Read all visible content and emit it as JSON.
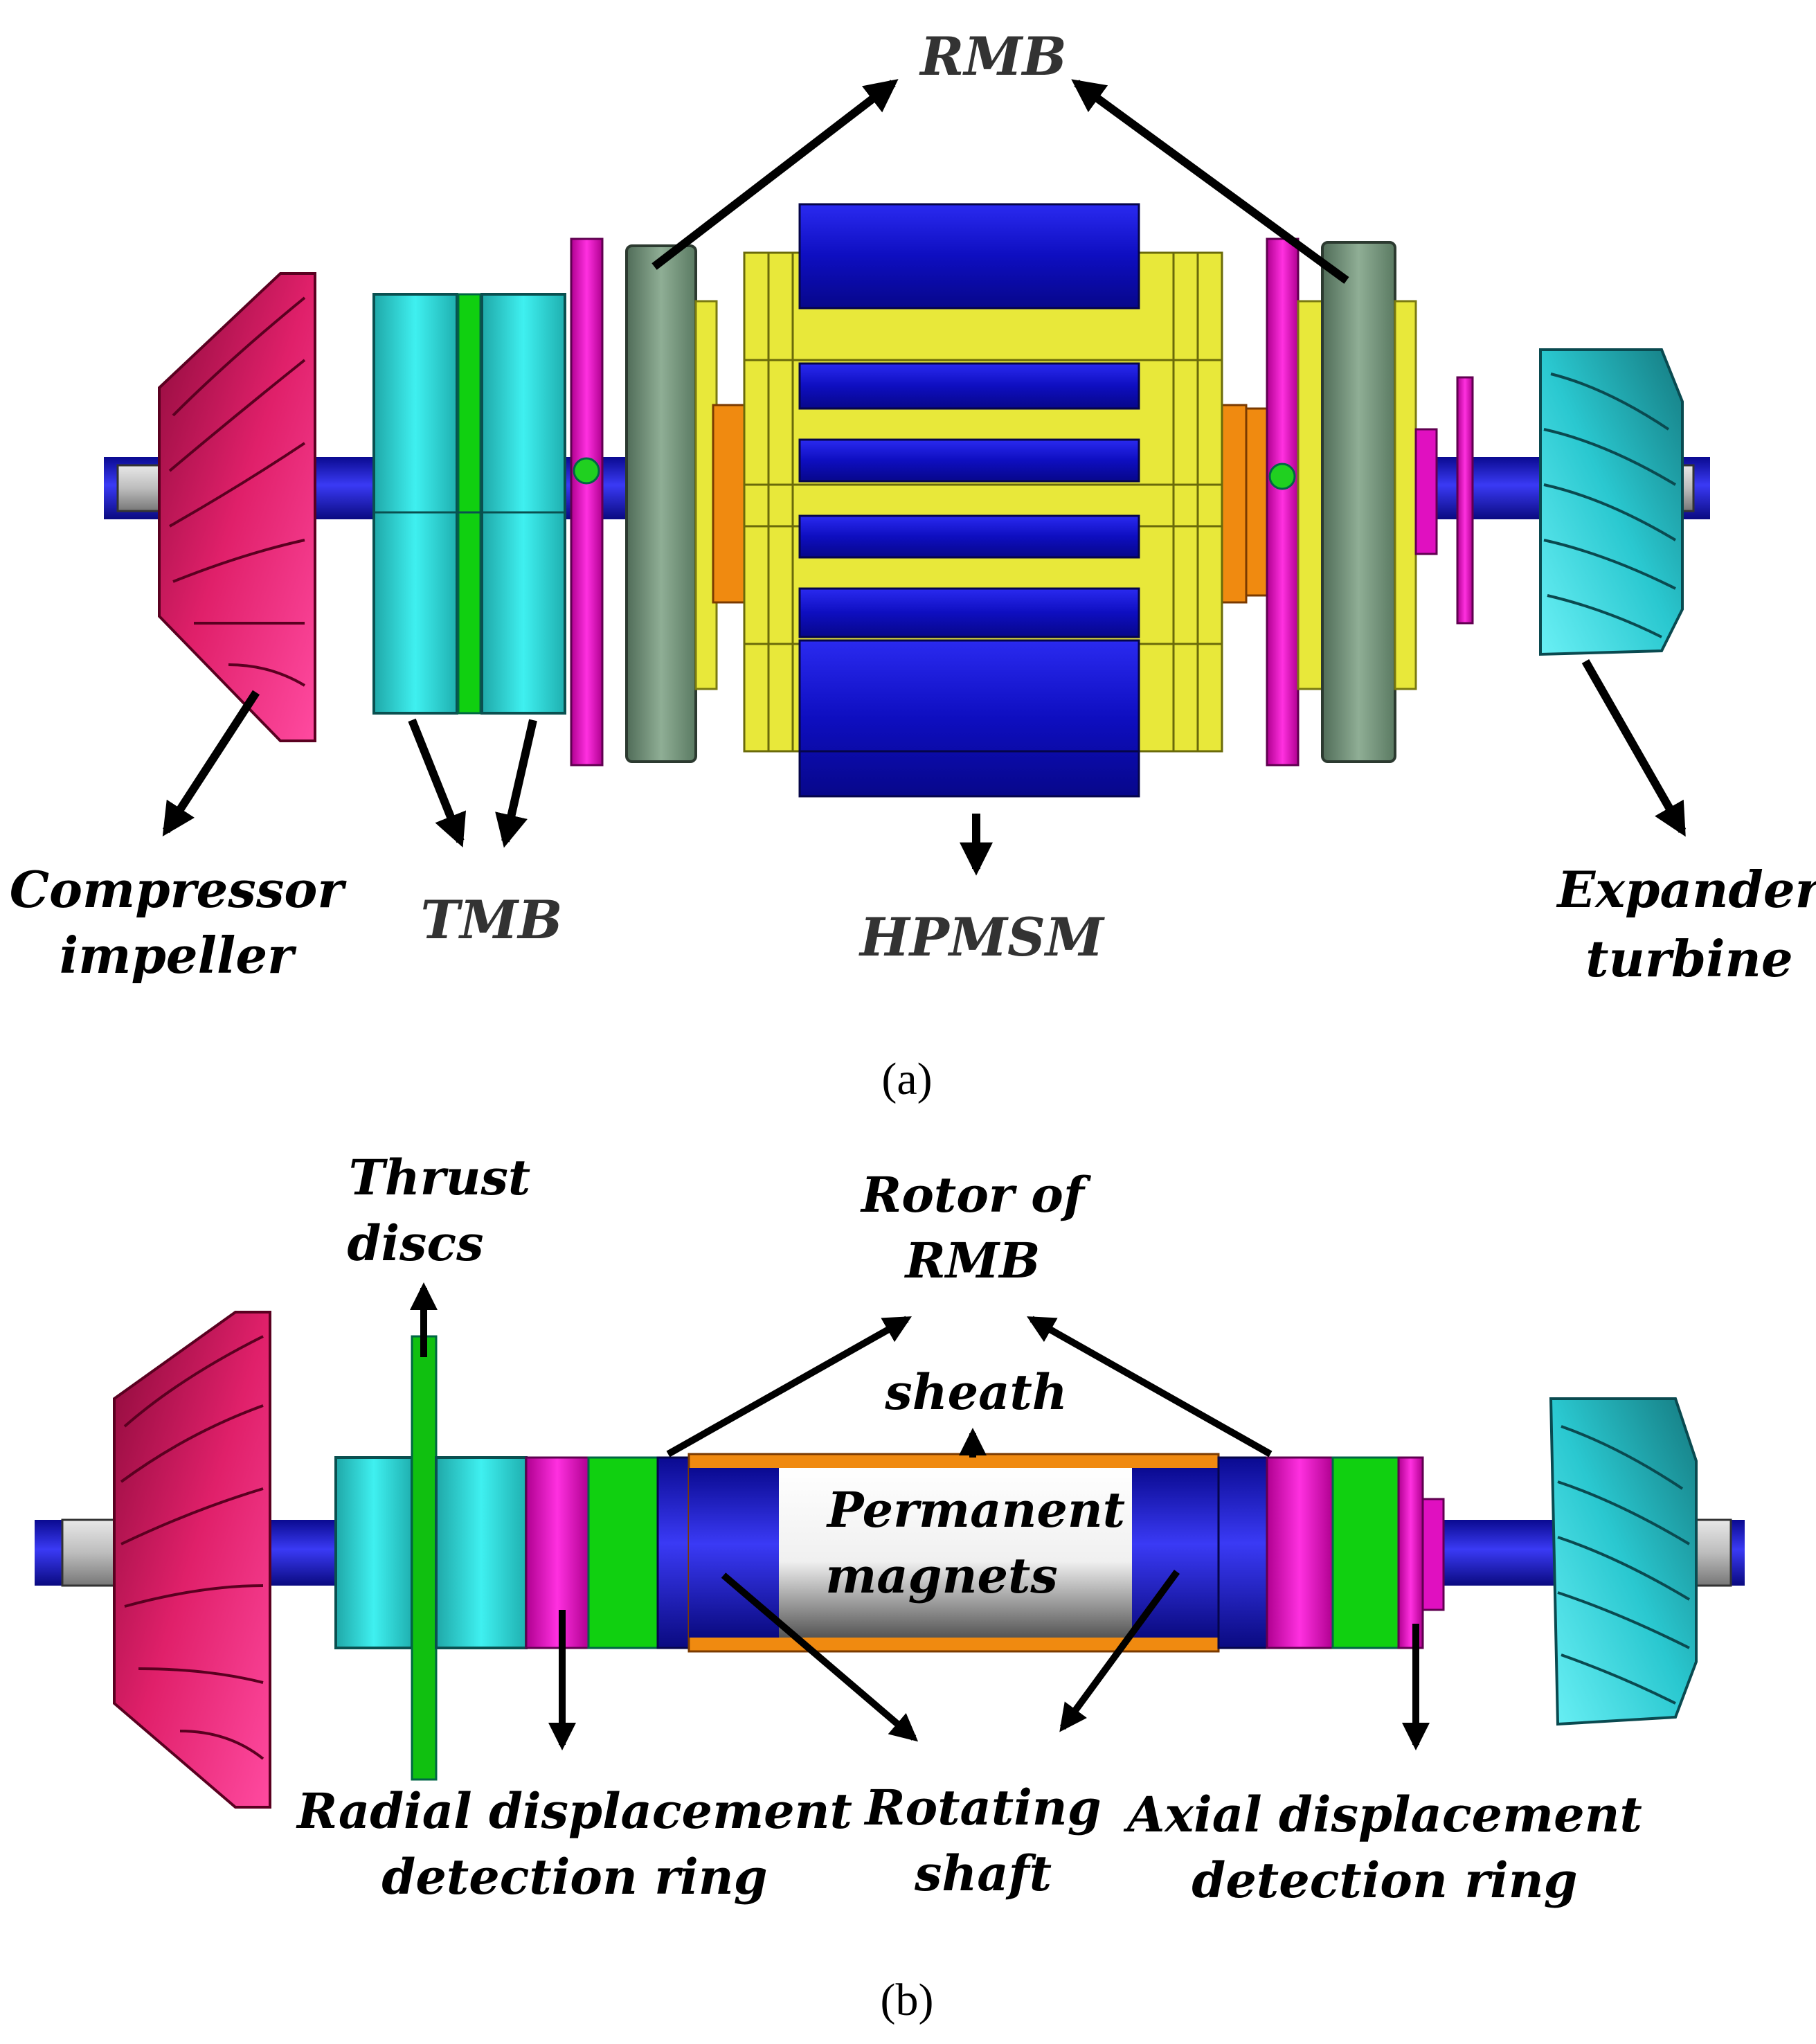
{
  "panel_a": {
    "caption": "(a)",
    "labels": {
      "rmb": "RMB",
      "compressor_line1": "Compressor",
      "compressor_line2": "impeller",
      "tmb": "TMB",
      "hpmsm": "HPMSM",
      "expander_line1": "Expander",
      "expander_line2": "turbine"
    }
  },
  "panel_b": {
    "caption": "(b)",
    "labels": {
      "thrust_line1": "Thrust",
      "thrust_line2": "discs",
      "rotor_line1": "Rotor of",
      "rotor_line2": "RMB",
      "sheath": "sheath",
      "pm_line1": "Permanent",
      "pm_line2": "magnets",
      "radial_line1": "Radial displacement",
      "radial_line2": "detection ring",
      "shaft_line1": "Rotating",
      "shaft_line2": "shaft",
      "axial_line1": "Axial displacement",
      "axial_line2": "detection ring"
    }
  },
  "colors": {
    "shaft": "#1515d8",
    "tmb": "#2ee0e0",
    "rmb": "#7a9a80",
    "pink": "#e010c0",
    "stator_yellow": "#e8e83a",
    "stator_blue": "#1a1ad0",
    "sheath": "#f08a10",
    "green": "#10d010",
    "compressor": "#d81a6a",
    "expander": "#2ac8d0"
  }
}
